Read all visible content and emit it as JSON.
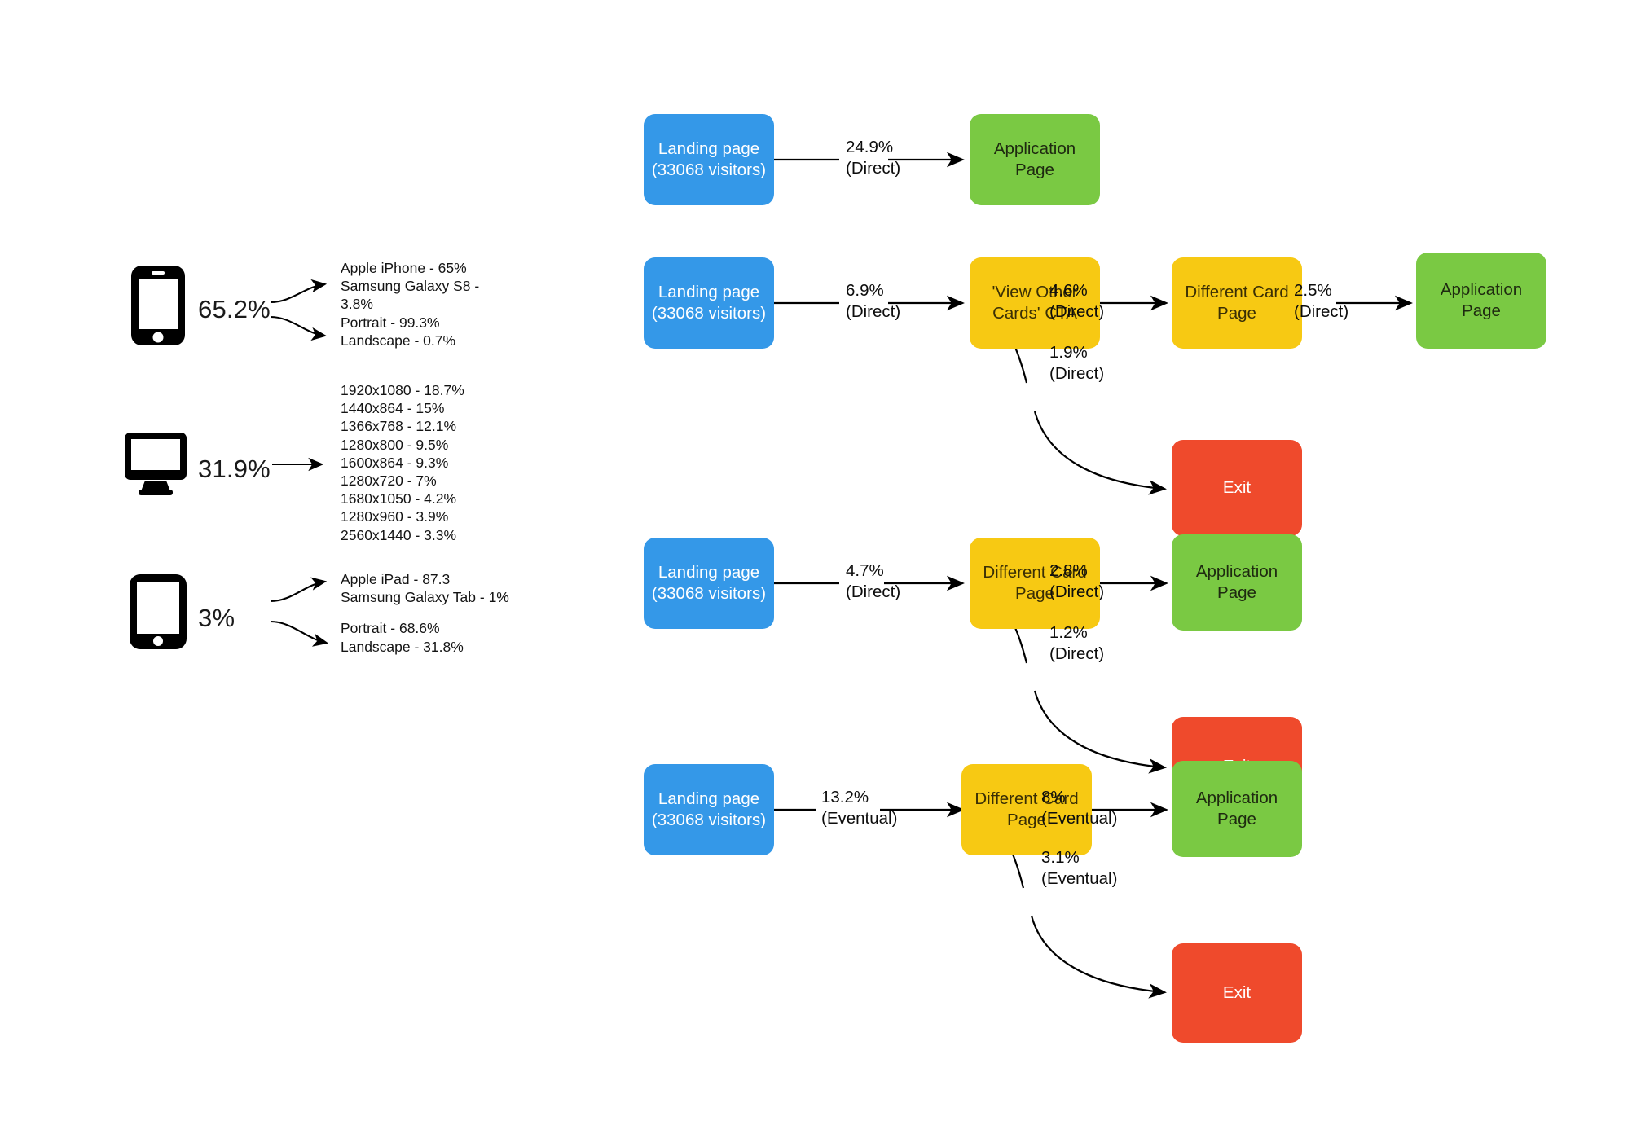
{
  "devices": [
    {
      "icon": "mobile-phone-icon",
      "percent": "65.2%",
      "branches": [
        {
          "lines": [
            "Apple iPhone - 65%",
            "Samsung Galaxy S8 -",
            "3.8%"
          ]
        },
        {
          "lines": [
            "Portrait - 99.3%",
            "Landscape -  0.7%"
          ]
        }
      ]
    },
    {
      "icon": "desktop-monitor-icon",
      "percent": "31.9%",
      "branches": [
        {
          "lines": [
            "1920x1080 - 18.7%",
            "1440x864 - 15%",
            "1366x768 - 12.1%",
            "1280x800 - 9.5%",
            "1600x864 - 9.3%",
            "1280x720 - 7%",
            "1680x1050 - 4.2%",
            "1280x960 - 3.9%",
            "2560x1440 - 3.3%"
          ]
        }
      ]
    },
    {
      "icon": "tablet-icon",
      "percent": "3%",
      "branches": [
        {
          "lines": [
            "Apple iPad - 87.3",
            "Samsung Galaxy Tab -  1%"
          ]
        },
        {
          "lines": [
            "Portrait - 68.6%",
            "Landscape -  31.8%"
          ]
        }
      ]
    }
  ],
  "flows": [
    {
      "id": "flow-row-1",
      "nodes": [
        {
          "id": "r1-landing",
          "label": "Landing page\n(33068 visitors)",
          "color": "blue"
        },
        {
          "id": "r1-application",
          "label": "Application Page",
          "color": "green"
        }
      ],
      "edges": [
        {
          "id": "r1-e1",
          "percent": "24.9%",
          "attribution": "(Direct)"
        }
      ]
    },
    {
      "id": "flow-row-2",
      "nodes": [
        {
          "id": "r2-landing",
          "label": "Landing page\n(33068 visitors)",
          "color": "blue"
        },
        {
          "id": "r2-cta",
          "label": "'View Other\nCards' CTA",
          "color": "yellow"
        },
        {
          "id": "r2-card",
          "label": "Different Card\nPage",
          "color": "yellow"
        },
        {
          "id": "r2-application",
          "label": "Application Page",
          "color": "green"
        },
        {
          "id": "r2-exit",
          "label": "Exit",
          "color": "red"
        }
      ],
      "edges": [
        {
          "id": "r2-e1",
          "percent": "6.9%",
          "attribution": "(Direct)"
        },
        {
          "id": "r2-e2",
          "percent": "4.6%",
          "attribution": "(Direct)"
        },
        {
          "id": "r2-e3",
          "percent": "1.9%",
          "attribution": "(Direct)"
        },
        {
          "id": "r2-e4",
          "percent": "2.5%",
          "attribution": "(Direct)"
        }
      ]
    },
    {
      "id": "flow-row-3",
      "nodes": [
        {
          "id": "r3-landing",
          "label": "Landing page\n(33068 visitors)",
          "color": "blue"
        },
        {
          "id": "r3-card",
          "label": "Different Card\nPage",
          "color": "yellow"
        },
        {
          "id": "r3-application",
          "label": "Application Page",
          "color": "green"
        },
        {
          "id": "r3-exit",
          "label": "Exit",
          "color": "red"
        }
      ],
      "edges": [
        {
          "id": "r3-e1",
          "percent": "4.7%",
          "attribution": "(Direct)"
        },
        {
          "id": "r3-e2",
          "percent": "2.8%",
          "attribution": "(Direct)"
        },
        {
          "id": "r3-e3",
          "percent": "1.2%",
          "attribution": "(Direct)"
        }
      ]
    },
    {
      "id": "flow-row-4",
      "nodes": [
        {
          "id": "r4-landing",
          "label": "Landing page\n(33068 visitors)",
          "color": "blue"
        },
        {
          "id": "r4-card",
          "label": "Different Card\nPage",
          "color": "yellow"
        },
        {
          "id": "r4-application",
          "label": "Application Page",
          "color": "green"
        },
        {
          "id": "r4-exit",
          "label": "Exit",
          "color": "red"
        }
      ],
      "edges": [
        {
          "id": "r4-e1",
          "percent": "13.2%",
          "attribution": "(Eventual)"
        },
        {
          "id": "r4-e2",
          "percent": "8%",
          "attribution": "(Eventual)"
        },
        {
          "id": "r4-e3",
          "percent": "3.1%",
          "attribution": "(Eventual)"
        }
      ]
    }
  ],
  "colors": {
    "blue": "#3498e8",
    "green": "#7ac943",
    "yellow": "#f7c913",
    "red": "#ef4a2c",
    "arrow": "#000000",
    "background": "#ffffff"
  }
}
